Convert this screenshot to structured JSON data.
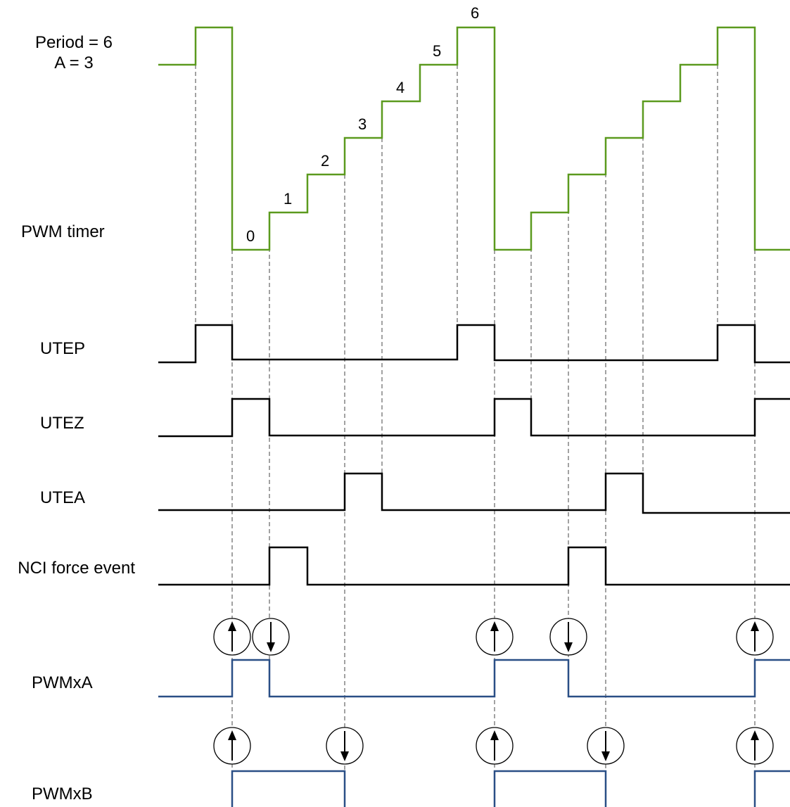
{
  "labels": {
    "period": "Period = 6",
    "a_value": "A = 3",
    "pwm_timer": "PWM timer",
    "utep": "UTEP",
    "utez": "UTEZ",
    "utea": "UTEA",
    "nci_force": "NCI force event",
    "pwmxa": "PWMxA",
    "pwmxb": "PWMxB"
  },
  "timer_values": [
    "0",
    "1",
    "2",
    "3",
    "4",
    "5",
    "6"
  ],
  "colors": {
    "timer": "#5b9a1e",
    "event": "#000000",
    "pwm": "#2a4f86",
    "guide": "#444444"
  },
  "events": {
    "utep": "pulse when PWM timer equals period (6)",
    "utez": "pulse when PWM timer equals zero",
    "utea": "pulse when PWM timer equals A (3)",
    "nci": "non-continuous force event pulse"
  },
  "actions": {
    "pwmxa": [
      "up",
      "down",
      "up",
      "down",
      "up"
    ],
    "pwmxb": [
      "up",
      "down",
      "up",
      "down",
      "up"
    ]
  }
}
